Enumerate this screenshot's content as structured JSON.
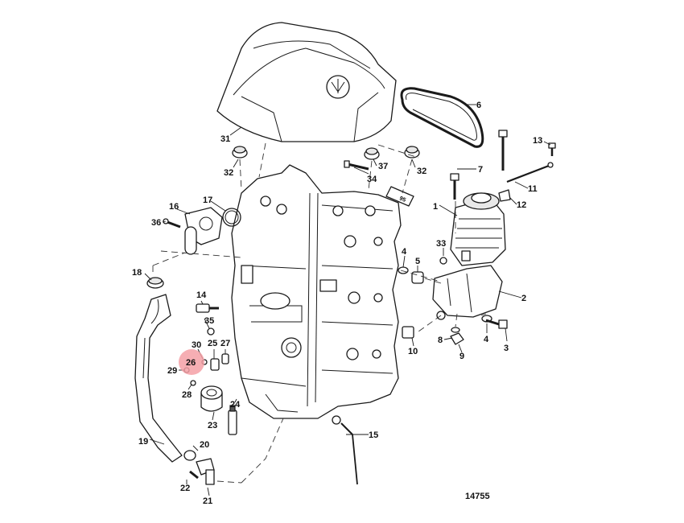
{
  "diagram": {
    "figure_number": "14755",
    "highlighted_part": "26",
    "highlight_color": "#f4a0a6",
    "callouts": [
      "1",
      "2",
      "3",
      "4",
      "4",
      "5",
      "6",
      "7",
      "8",
      "9",
      "10",
      "11",
      "12",
      "13",
      "14",
      "15",
      "16",
      "17",
      "18",
      "19",
      "20",
      "21",
      "22",
      "23",
      "24",
      "25",
      "26",
      "27",
      "28",
      "29",
      "30",
      "31",
      "32",
      "32",
      "33",
      "34",
      "35",
      "36",
      "37"
    ],
    "labels": {
      "c1": "1",
      "c2": "2",
      "c3": "3",
      "c4a": "4",
      "c4b": "4",
      "c5": "5",
      "c6": "6",
      "c7": "7",
      "c8": "8",
      "c9": "9",
      "c10": "10",
      "c11": "11",
      "c12": "12",
      "c13": "13",
      "c14": "14",
      "c15": "15",
      "c16": "16",
      "c17": "17",
      "c18": "18",
      "c19": "19",
      "c20": "20",
      "c21": "21",
      "c22": "22",
      "c23": "23",
      "c24": "24",
      "c25": "25",
      "c26": "26",
      "c27": "27",
      "c28": "28",
      "c29": "29",
      "c30": "30",
      "c31": "31",
      "c32a": "32",
      "c32b": "32",
      "c33": "33",
      "c34": "34",
      "c35": "35",
      "c36": "36",
      "c37": "37"
    },
    "tube_label": "95"
  }
}
